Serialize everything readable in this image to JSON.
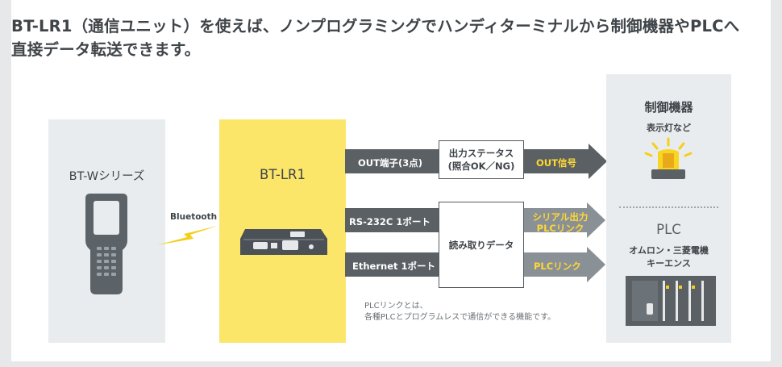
{
  "headline": {
    "line1": "BT-LR1（通信ユニット）を使えば、ノンプログラミングでハンディターミナルから制御機器やPLCへ",
    "line2": "直接データ転送できます。"
  },
  "terminal": {
    "label": "BT-Wシリーズ"
  },
  "wireless": {
    "label": "Bluetooth"
  },
  "unit": {
    "label": "BT-LR1"
  },
  "ports": [
    {
      "port": "OUT端子(3点)",
      "function_line1": "出力ステータス",
      "function_line2": "(照合OK／NG)",
      "output": "OUT信号"
    },
    {
      "port": "RS-232C 1ポート",
      "output_line1": "シリアル出力",
      "output_line2": "PLCリンク"
    },
    {
      "port": "Ethernet 1ポート",
      "output": "PLCリンク"
    }
  ],
  "shared_function": "読み取りデータ",
  "note": {
    "line1": "PLCリンクとは、",
    "line2": "各種PLCとプログラムレスで通信ができる機能です。"
  },
  "control_device": {
    "title": "制御機器",
    "example": "表示灯など"
  },
  "plc": {
    "title": "PLC",
    "maker_line1": "オムロン・三菱電機",
    "maker_line2": "キーエンス"
  },
  "colors": {
    "unit_yellow": "#fce66a",
    "arrow_grey": "#5a6064",
    "output_grey": "#8a9196",
    "accent_yellow": "#ffd832",
    "text_dark": "#3f4448"
  }
}
